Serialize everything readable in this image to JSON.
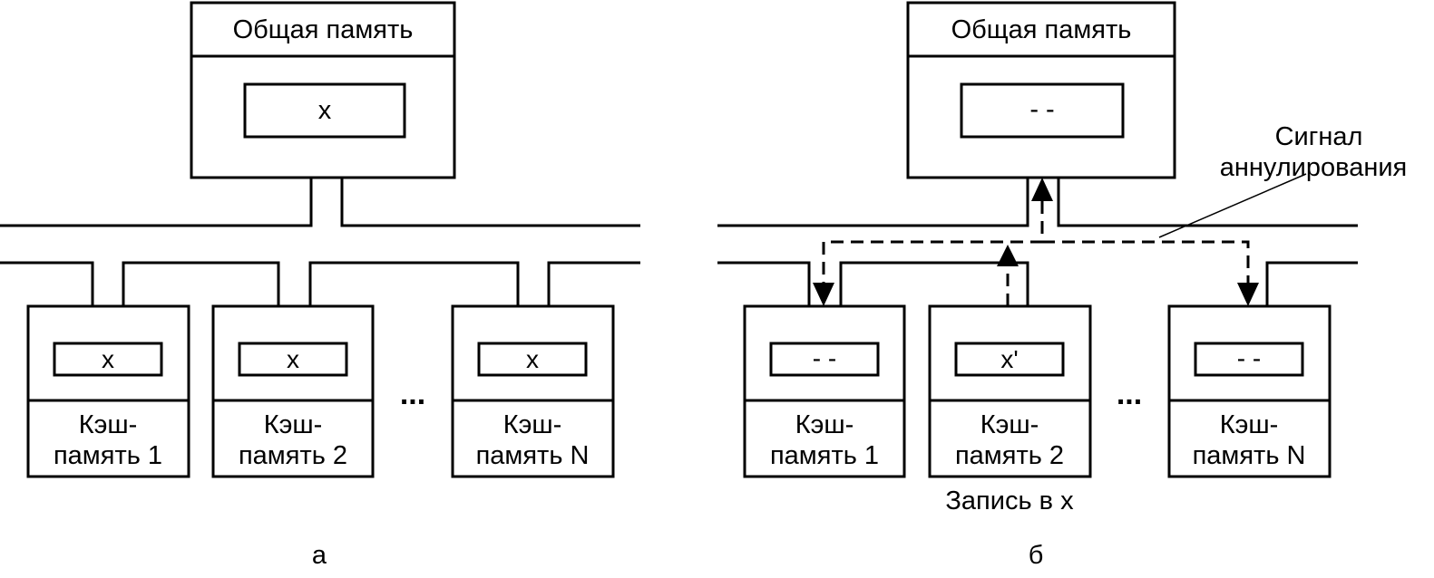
{
  "panel_a": {
    "memory": {
      "title": "Общая память",
      "cell": "x"
    },
    "caches": [
      {
        "cell": "x",
        "label_line1": "Кэш-",
        "label_line2": "память 1"
      },
      {
        "cell": "x",
        "label_line1": "Кэш-",
        "label_line2": "память 2"
      },
      {
        "cell": "x",
        "label_line1": "Кэш-",
        "label_line2": "память N"
      }
    ],
    "ellipsis": "...",
    "caption": "а"
  },
  "panel_b": {
    "memory": {
      "title": "Общая память",
      "cell": "- -"
    },
    "caches": [
      {
        "cell": "- -",
        "label_line1": "Кэш-",
        "label_line2": "память 1"
      },
      {
        "cell": "x'",
        "label_line1": "Кэш-",
        "label_line2": "память 2"
      },
      {
        "cell": "- -",
        "label_line1": "Кэш-",
        "label_line2": "память N"
      }
    ],
    "ellipsis": "...",
    "signal_label_line1": "Сигнал",
    "signal_label_line2": "аннулирования",
    "write_label": "Запись в x",
    "caption": "б"
  }
}
